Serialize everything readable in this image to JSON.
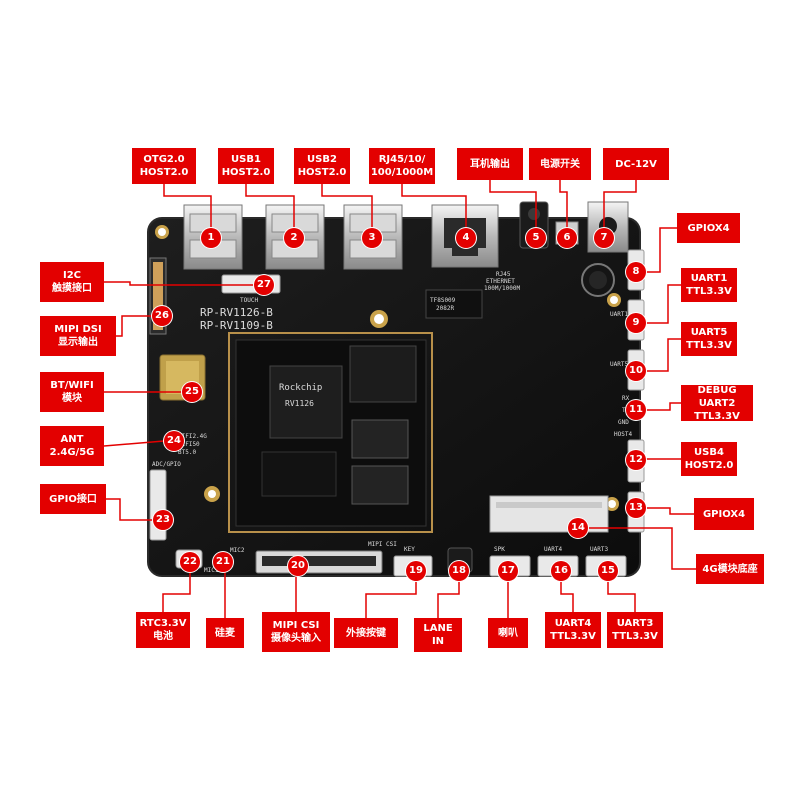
{
  "colors": {
    "accent": "#e30000",
    "board": "#141414",
    "connector": "#d8d8d8"
  },
  "board_text": {
    "model_1": "RP-RV1126-B",
    "model_2": "RP-RV1109-B",
    "touch": "TOUCH",
    "chip_brand": "Rockchip",
    "chip_model": "RV1126",
    "adc_gpio": "ADC/GPIO",
    "key": "KEY",
    "mipi_csi": "MIPI CSI",
    "spk": "SPK",
    "uart4": "UART4",
    "uart3": "UART3",
    "mic1": "MIC1",
    "mic2": "MIC2",
    "rj45": "RJ45",
    "eth": "ETHERNET",
    "eth_speed": "100M/1000M",
    "dbg_rx": "RX",
    "dbg_tx": "TX",
    "dbg_gnd": "GND",
    "host4": "HOST4",
    "uart1": "UART1",
    "uart5": "UART5",
    "wifi": "WIFI2.4G",
    "wifi_ant": "WIFI50",
    "bt": "BT5.0",
    "trans": "TF8S009",
    "trans2": "2082R"
  },
  "callouts": [
    {
      "num": "1",
      "lines": [
        "OTG2.0",
        "HOST2.0"
      ]
    },
    {
      "num": "2",
      "lines": [
        "USB1",
        "HOST2.0"
      ]
    },
    {
      "num": "3",
      "lines": [
        "USB2",
        "HOST2.0"
      ]
    },
    {
      "num": "4",
      "lines": [
        "RJ45/10/",
        "100/1000M"
      ]
    },
    {
      "num": "5",
      "lines": [
        "耳机输出"
      ]
    },
    {
      "num": "6",
      "lines": [
        "电源开关"
      ]
    },
    {
      "num": "7",
      "lines": [
        "DC-12V"
      ]
    },
    {
      "num": "8",
      "lines": [
        "GPIOX4"
      ]
    },
    {
      "num": "9",
      "lines": [
        "UART1",
        "TTL3.3V"
      ]
    },
    {
      "num": "10",
      "lines": [
        "UART5",
        "TTL3.3V"
      ]
    },
    {
      "num": "11",
      "lines": [
        "DEBUG",
        "UART2",
        "TTL3.3V"
      ]
    },
    {
      "num": "12",
      "lines": [
        "USB4",
        "HOST2.0"
      ]
    },
    {
      "num": "13",
      "lines": [
        "GPIOX4"
      ]
    },
    {
      "num": "14",
      "lines": [
        "4G模块底座"
      ]
    },
    {
      "num": "15",
      "lines": [
        "UART3",
        "TTL3.3V"
      ]
    },
    {
      "num": "16",
      "lines": [
        "UART4",
        "TTL3.3V"
      ]
    },
    {
      "num": "17",
      "lines": [
        "喇叭"
      ]
    },
    {
      "num": "18",
      "lines": [
        "LANE",
        "IN"
      ]
    },
    {
      "num": "19",
      "lines": [
        "外接按键"
      ]
    },
    {
      "num": "20",
      "lines": [
        "MIPI CSI",
        "摄像头输入"
      ]
    },
    {
      "num": "21",
      "lines": [
        "硅麦"
      ]
    },
    {
      "num": "22",
      "lines": [
        "RTC3.3V",
        "电池"
      ]
    },
    {
      "num": "23",
      "lines": [
        "GPIO接口"
      ]
    },
    {
      "num": "24",
      "lines": [
        "ANT",
        "2.4G/5G"
      ]
    },
    {
      "num": "25",
      "lines": [
        "BT/WIFI",
        "模块"
      ]
    },
    {
      "num": "26",
      "lines": [
        "MIPI DSI",
        "显示输出"
      ]
    },
    {
      "num": "27",
      "lines": [
        "I2C",
        "触摸接口"
      ]
    }
  ]
}
